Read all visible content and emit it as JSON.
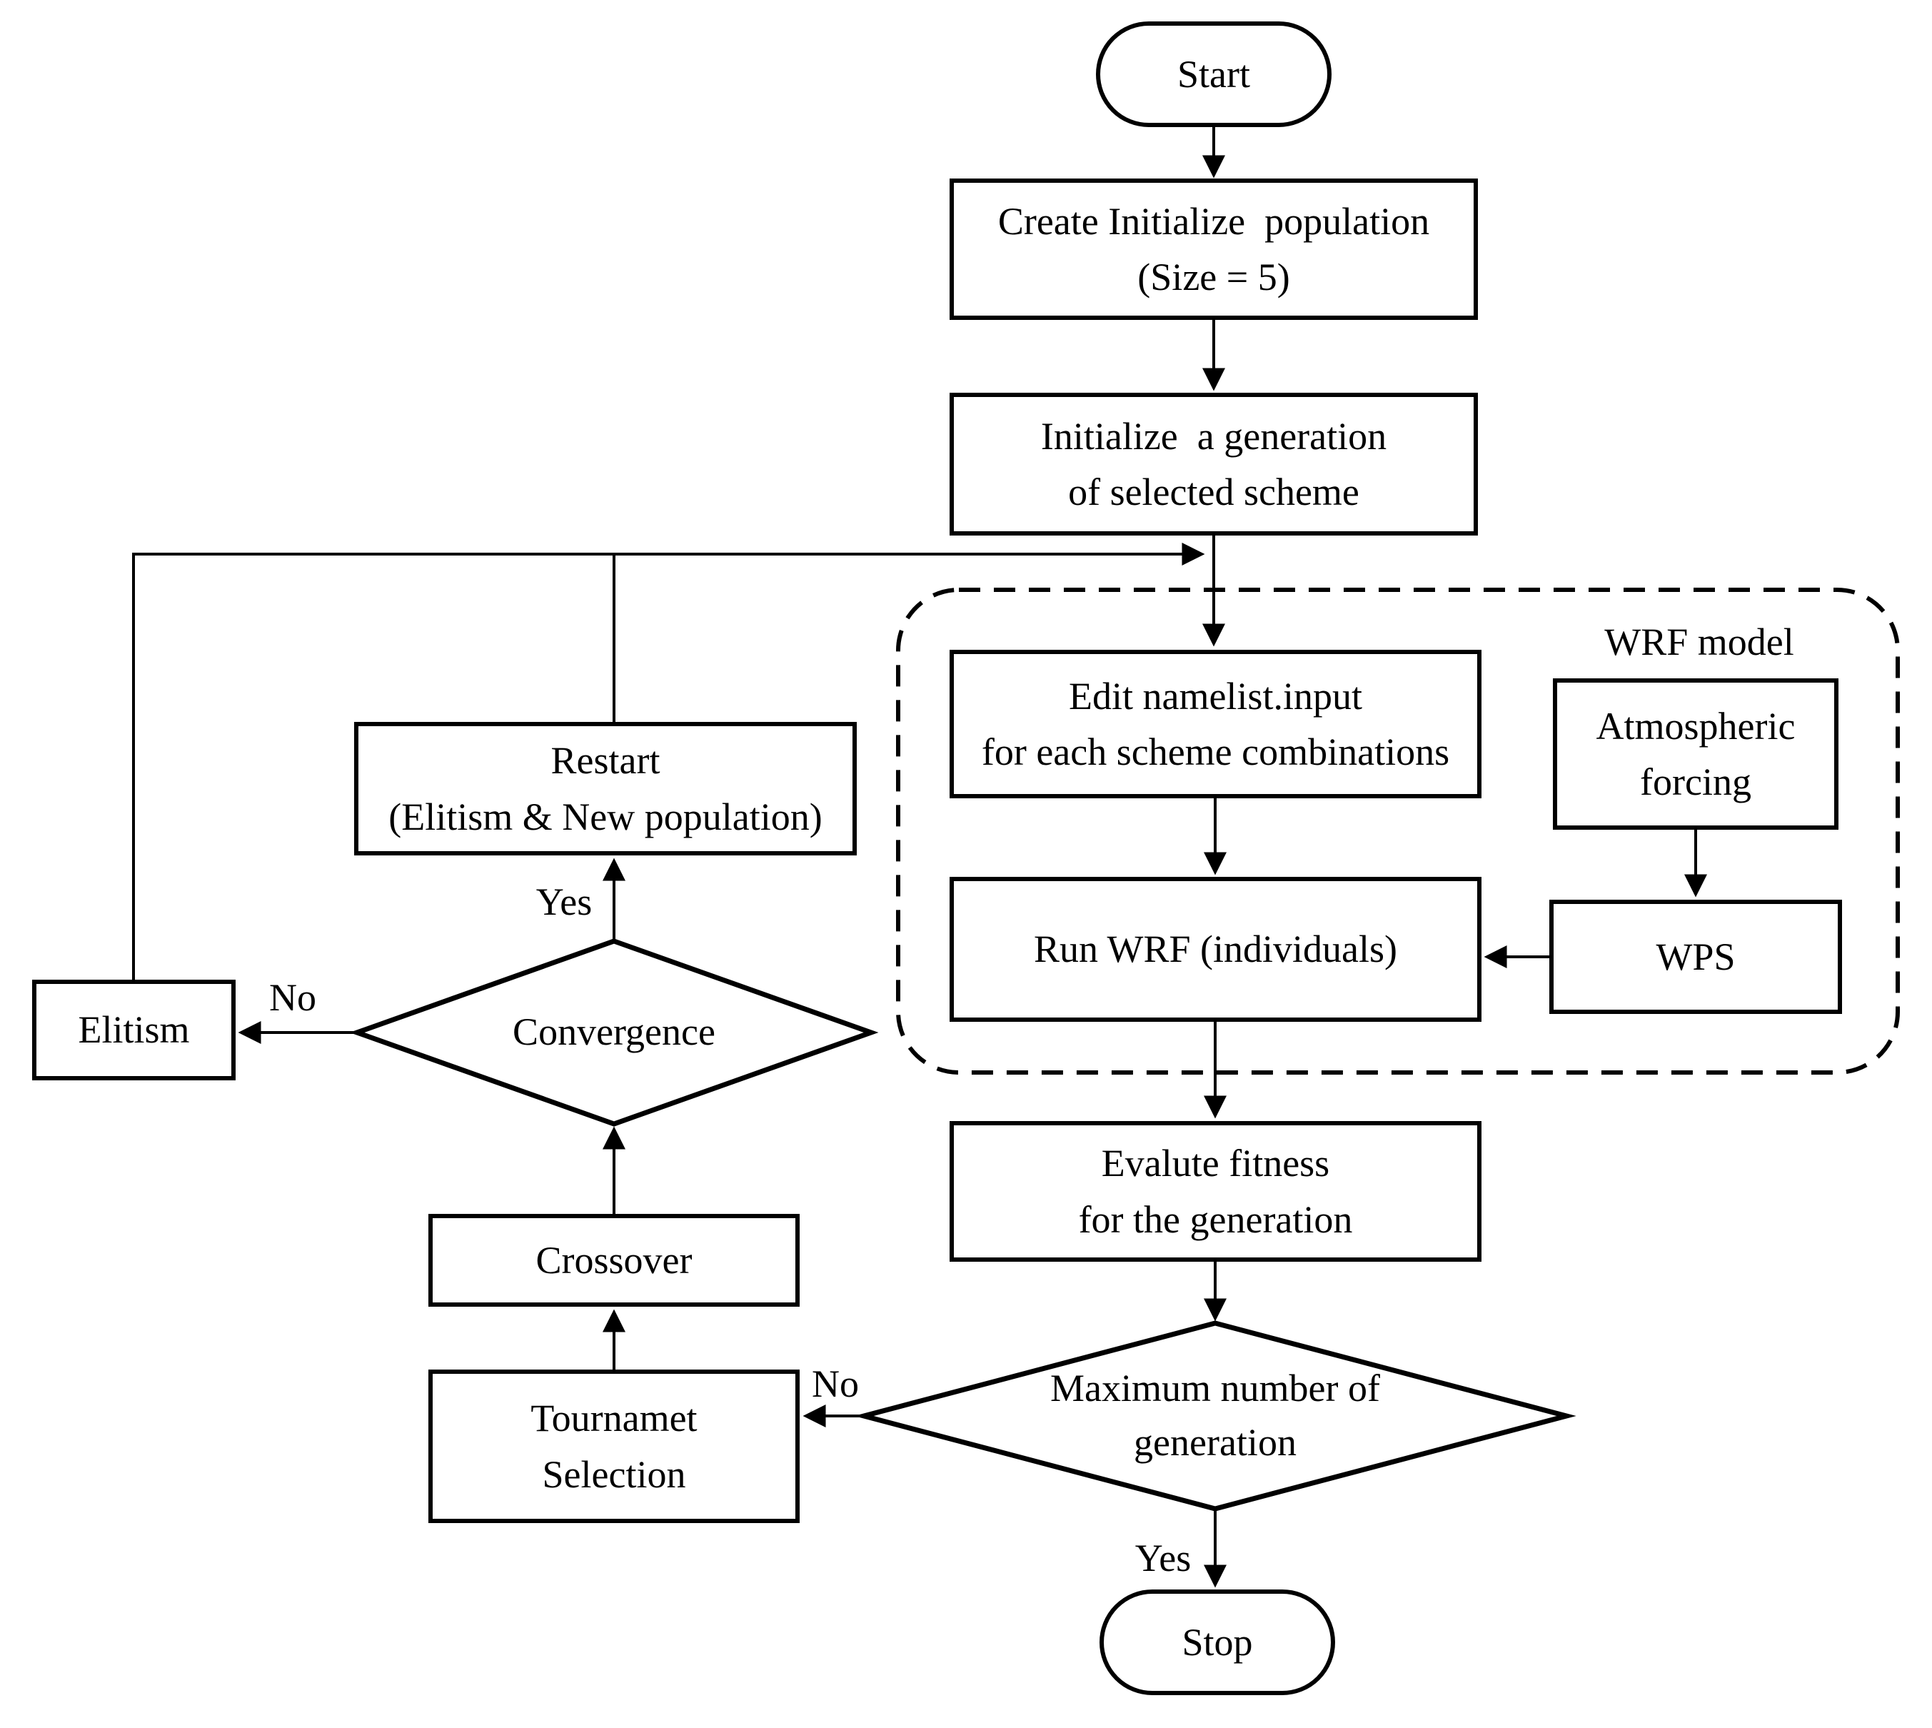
{
  "figure": {
    "background": "#ffffff",
    "stroke_color": "#000000",
    "group_label": "WRF model",
    "nodes": {
      "start": "Start",
      "create_population": "Create Initialize  population\n(Size = 5)",
      "init_generation": "Initialize  a generation\nof selected scheme",
      "edit_namelist": "Edit namelist.input\nfor each scheme combinations",
      "atmospheric_forcing": "Atmospheric\nforcing",
      "run_wrf": "Run WRF (individuals)",
      "wps": "WPS",
      "evaluate_fitness": "Evalute fitness\nfor the generation",
      "max_generation": "Maximum number of\ngeneration",
      "stop": "Stop",
      "tournament_selection": "Tournamet\nSelection",
      "crossover": "Crossover",
      "convergence": "Convergence",
      "restart": "Restart\n(Elitism & New population)",
      "elitism": "Elitism"
    },
    "edge_labels": {
      "max_generation_yes": "Yes",
      "max_generation_no": "No",
      "convergence_yes": "Yes",
      "convergence_no": "No"
    }
  }
}
